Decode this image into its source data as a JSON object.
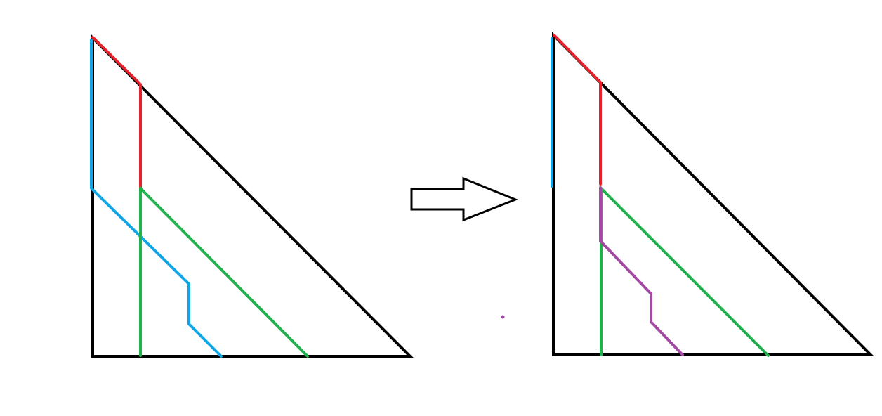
{
  "colors": {
    "background": "#ffffff",
    "outline": "#000000",
    "red": "#e8222b",
    "blue": "#0ea5e9",
    "green": "#22b14c",
    "purple": "#a349a4"
  },
  "diagram": {
    "left_panel": {
      "shape": "right-triangle",
      "paths": [
        "blue",
        "red",
        "green"
      ]
    },
    "arrow": {
      "direction": "right",
      "style": "outline"
    },
    "right_panel": {
      "shape": "right-triangle",
      "paths": [
        "blue",
        "red",
        "green",
        "purple"
      ]
    },
    "stray_dot": {
      "color_key": "purple"
    }
  }
}
